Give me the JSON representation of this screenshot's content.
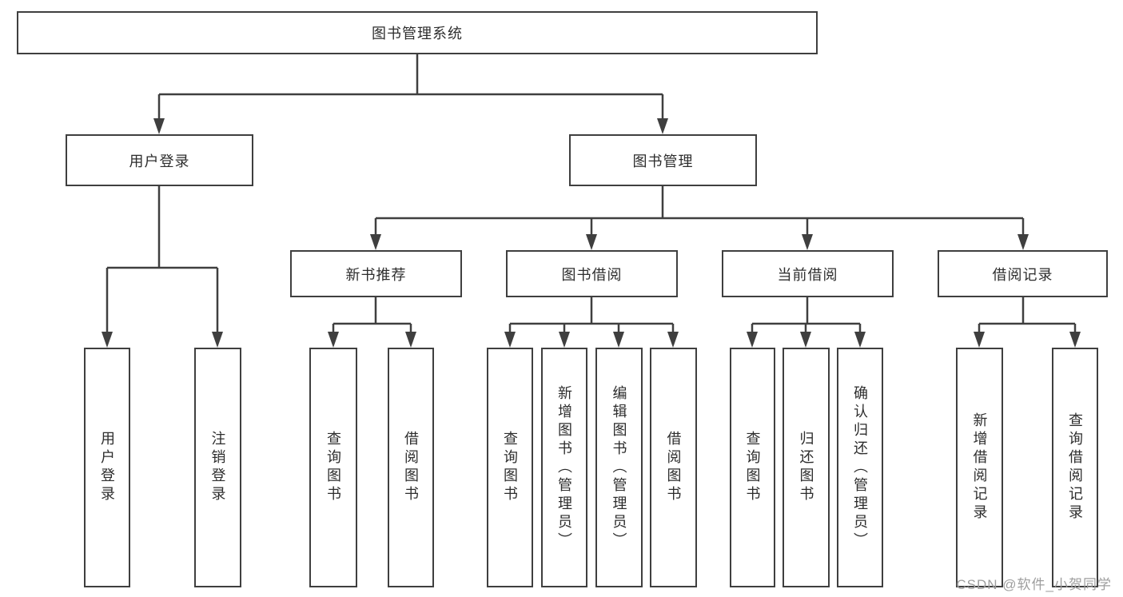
{
  "colors": {
    "line": "#3f3f3f",
    "text": "#2d2d2d",
    "watermark": "#9e9e9e",
    "background": "#ffffff"
  },
  "diagram": {
    "type": "hierarchy-tree",
    "root": {
      "label": "图书管理系统"
    },
    "level2": [
      {
        "label": "用户登录"
      },
      {
        "label": "图书管理"
      }
    ],
    "level3": [
      {
        "label": "新书推荐",
        "parent": "图书管理"
      },
      {
        "label": "图书借阅",
        "parent": "图书管理"
      },
      {
        "label": "当前借阅",
        "parent": "图书管理"
      },
      {
        "label": "借阅记录",
        "parent": "图书管理"
      }
    ],
    "leaves": [
      {
        "label": "用户登录",
        "parent": "用户登录"
      },
      {
        "label": "注销登录",
        "parent": "用户登录"
      },
      {
        "label": "查询图书",
        "parent": "新书推荐"
      },
      {
        "label": "借阅图书",
        "parent": "新书推荐"
      },
      {
        "label": "查询图书",
        "parent": "图书借阅"
      },
      {
        "label": "新增图书（管理员）",
        "parent": "图书借阅"
      },
      {
        "label": "编辑图书（管理员）",
        "parent": "图书借阅"
      },
      {
        "label": "借阅图书",
        "parent": "图书借阅"
      },
      {
        "label": "查询图书",
        "parent": "当前借阅"
      },
      {
        "label": "归还图书",
        "parent": "当前借阅"
      },
      {
        "label": "确认归还（管理员）",
        "parent": "当前借阅"
      },
      {
        "label": "新增借阅记录",
        "parent": "借阅记录"
      },
      {
        "label": "查询借阅记录",
        "parent": "借阅记录"
      }
    ],
    "watermark": {
      "text": "CSDN @软件_小贺同学"
    }
  }
}
